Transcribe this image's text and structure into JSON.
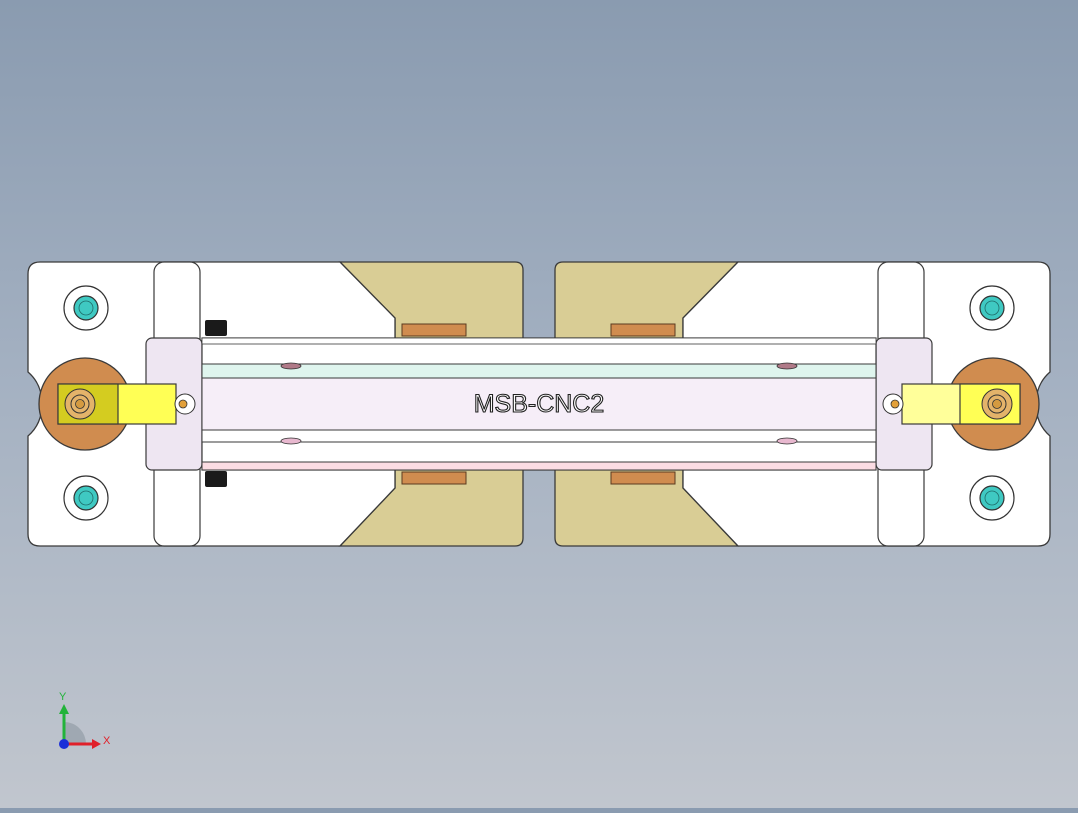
{
  "viewport": {
    "background_top": "#8a9bb0",
    "background_bottom": "#c1c6ce"
  },
  "model": {
    "label": "MSB-CNC2",
    "colors": {
      "body": "#ffffff",
      "tan_pad": "#d9cd95",
      "copper": "#d08c4f",
      "clamp_yellow": "#ffff55",
      "screw_teal": "#3fc9c2",
      "rail_cyan": "#dff5ee",
      "rail_pink": "#fbdce3",
      "rail_body": "#f6eef8",
      "end_block": "#eee6f2"
    }
  },
  "triad": {
    "x_label": "X",
    "y_label": "Y",
    "x_color": "#e0202a",
    "y_color": "#22b33a",
    "origin_color": "#1a2fd8"
  }
}
